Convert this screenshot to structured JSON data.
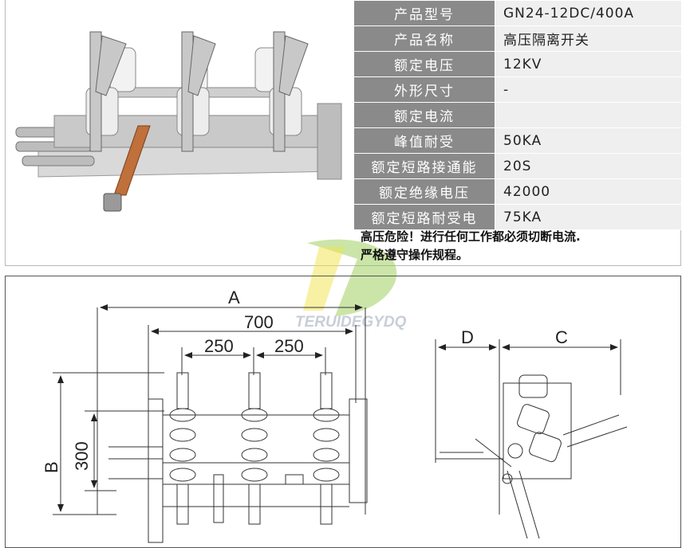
{
  "specs": [
    {
      "label": "产品型号",
      "value": "GN24-12DC/400A"
    },
    {
      "label": "产品名称",
      "value": "高压隔离开关"
    },
    {
      "label": "额定电压",
      "value": "12KV"
    },
    {
      "label": "外形尺寸",
      "value": "-"
    },
    {
      "label": "额定电流",
      "value": ""
    },
    {
      "label": "峰值耐受",
      "value": "50KA"
    },
    {
      "label": "额定短路接通能",
      "value": "20S"
    },
    {
      "label": "额定绝缘电压",
      "value": "42000"
    },
    {
      "label": "额定短路耐受电",
      "value": "75KA"
    }
  ],
  "warning": {
    "line1": "高压危险！进行任何工作都必须切断电流.",
    "line2": "严格遵守操作规程。"
  },
  "watermark": {
    "text": "TERUIDEGYDQ"
  },
  "drawing": {
    "dim_a": "A",
    "dim_700": "700",
    "dim_250_left": "250",
    "dim_250_right": "250",
    "dim_300": "300",
    "dim_b": "B",
    "dim_d": "D",
    "dim_c": "C"
  },
  "colors": {
    "label_bg": "#8a8a8a",
    "value_bg": "#efefef",
    "watermark_green": "#8cc63f",
    "watermark_yellow": "#f2e34a"
  }
}
